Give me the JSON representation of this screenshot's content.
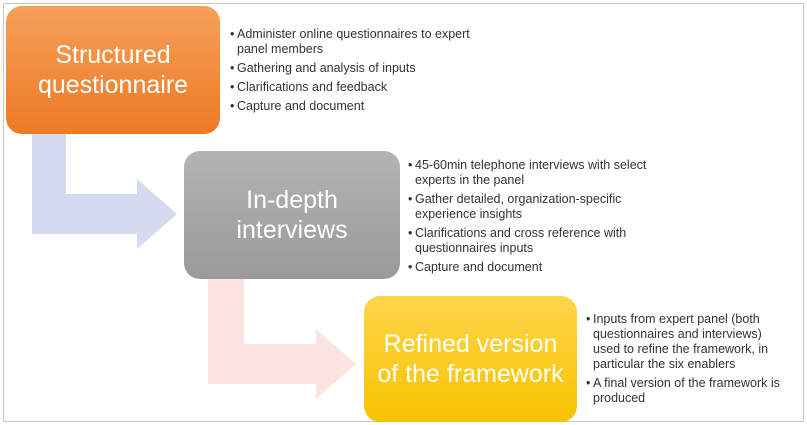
{
  "steps": [
    {
      "title": "Structured questionnaire",
      "bullets": [
        "Administer online questionnaires to expert panel members",
        "Gathering and analysis of inputs",
        "Clarifications and feedback",
        "Capture and document"
      ]
    },
    {
      "title": "In-depth interviews",
      "bullets": [
        "45-60min telephone interviews with select experts in the panel",
        "Gather detailed, organization-specific experience insights",
        "Clarifications and cross reference with questionnaires inputs",
        "Capture and document"
      ]
    },
    {
      "title": "Refined version of the framework",
      "bullets": [
        "Inputs from expert panel (both questionnaires and interviews) used to refine the framework, in particular the six enablers",
        "A final version of the framework is produced"
      ]
    }
  ],
  "colors": {
    "step1": "#ec7a25",
    "step2": "#a6a6a6",
    "step3": "#f7c300",
    "arrow1": "#d4daf0",
    "arrow2": "#fbe4df"
  }
}
